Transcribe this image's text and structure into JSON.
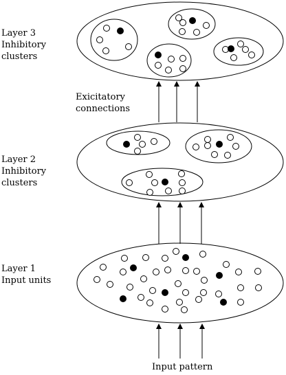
{
  "layer3": {
    "label_line1": "Layer 3",
    "label_line2": "Inhibitory",
    "label_line3": "clusters",
    "cluster_count": 4
  },
  "connections": {
    "label_line1": "Exicitatory",
    "label_line2": "connections"
  },
  "layer2": {
    "label_line1": "Layer 2",
    "label_line2": "Inhibitory",
    "label_line3": "clusters",
    "cluster_count": 3
  },
  "layer1": {
    "label_line1": "Layer 1",
    "label_line2": "Input units"
  },
  "input": {
    "label": "Input pattern"
  },
  "colors": {
    "stroke": "#000000",
    "background": "#ffffff",
    "active_unit": "#000000",
    "inactive_unit": "#ffffff"
  }
}
